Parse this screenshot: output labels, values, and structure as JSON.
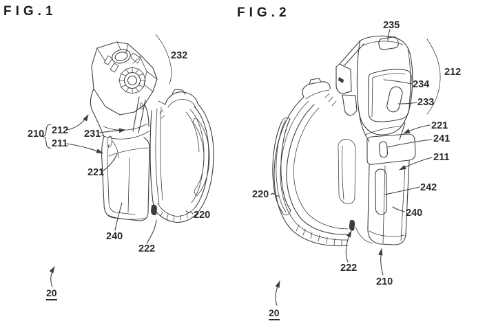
{
  "figure1": {
    "title": "FIG.1",
    "refs": {
      "232": "232",
      "210": "210",
      "212": "212",
      "211": "211",
      "231": "231",
      "221": "221",
      "240": "240",
      "222": "222",
      "220": "220",
      "20": "20"
    }
  },
  "figure2": {
    "title": "FIG.2",
    "refs": {
      "235": "235",
      "212": "212",
      "234": "234",
      "233": "233",
      "221": "221",
      "241": "241",
      "211": "211",
      "220": "220",
      "242": "242",
      "240": "240",
      "222": "222",
      "210": "210",
      "20": "20"
    }
  }
}
